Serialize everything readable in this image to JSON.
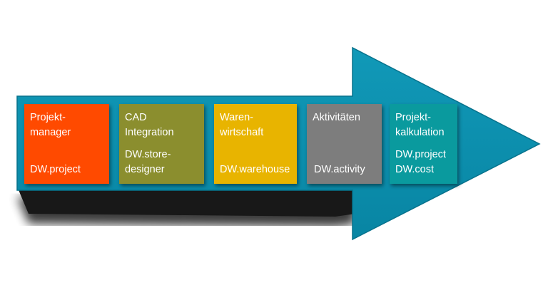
{
  "colors": {
    "arrow": "#0B8FAF",
    "arrow_outline": "#086F88"
  },
  "steps": [
    {
      "title": "Projekt-\nmanager",
      "product": "DW.project",
      "color": "#FF4A00"
    },
    {
      "title": "CAD\nIntegration",
      "product": "DW.store-\ndesigner",
      "color": "#8B8E2E"
    },
    {
      "title": "Waren-\nwirtschaft",
      "product": "DW.warehouse",
      "color": "#E8B400"
    },
    {
      "title": "Aktivitäten",
      "product": "DW.activity",
      "color": "#7D7D7D"
    },
    {
      "title": "Projekt-\nkalkulation",
      "product": "DW.project\nDW.cost",
      "color": "#0A9A9E"
    }
  ]
}
